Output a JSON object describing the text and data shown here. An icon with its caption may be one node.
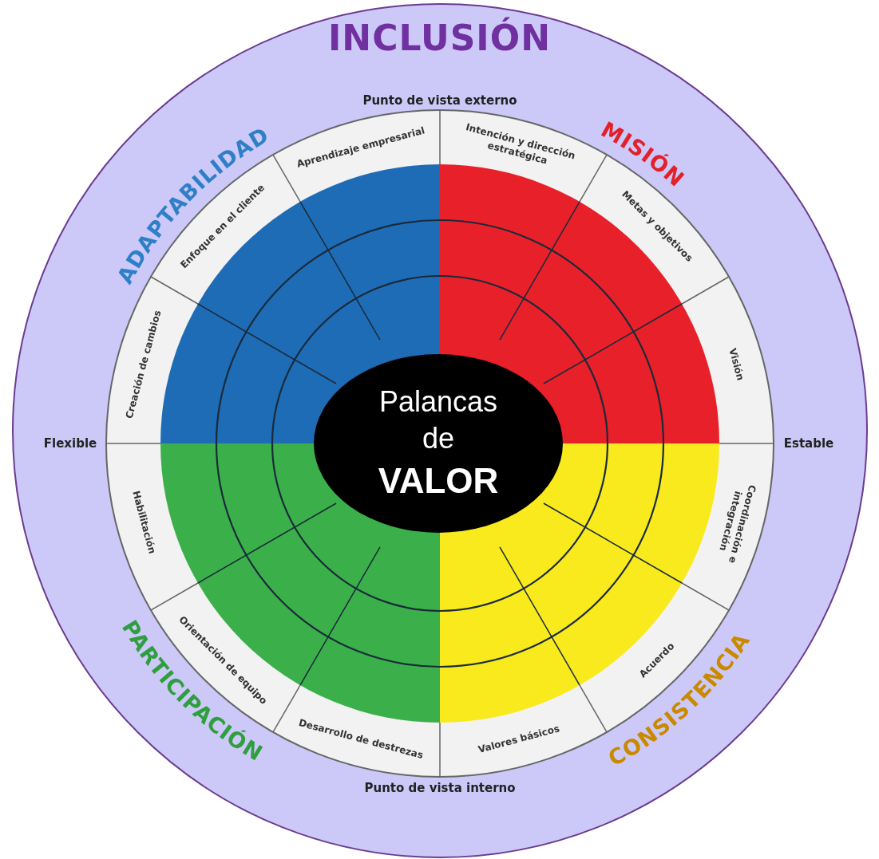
{
  "diagram": {
    "title": "INCLUSIÓN",
    "nodes": [
      {
        "text": [
          "Palancas de **VALOR**"
        ]
      },
      {
        "text": [
          "Aprendizaje empresarial"
        ]
      },
      {
        "text": [
          "Intención y dirección estratégica"
        ]
      },
      {
        "text": [
          "Metas y objetivos"
        ]
      },
      {
        "text": [
          "Visión"
        ]
      },
      {
        "text": [
          "Coordinación e integración"
        ]
      },
      {
        "text": [
          "Acuerdo"
        ]
      },
      {
        "text": [
          "Valores básicos"
        ]
      },
      {
        "text": [
          "Desarrollo de destrezas"
        ]
      },
      {
        "text": [
          "Orientación de equipo"
        ]
      },
      {
        "text": [
          "Habilitación"
        ]
      },
      {
        "text": [
          "Creación de cambios"
        ]
      },
      {
        "text": [
          "Enfoque en el cliente"
        ]
      }
    ],
    "labels": [
      "Punto de vista externo",
      "ADAPTABILIDAD",
      "MISIÓN",
      "Flexible",
      "Estable",
      "PARTICIPACIÓN",
      "CONSISTENCIA",
      "Punto de vista interno"
    ]
  }
}
